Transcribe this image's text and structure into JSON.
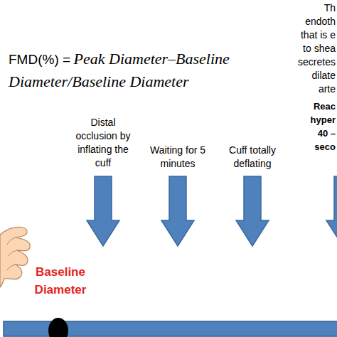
{
  "diagram": {
    "labels": [
      "FMD(%) =",
      "Peak Diameter–Baseline Diameter/Baseline Diameter",
      "Distal occlusion by inflating the cuff",
      "Waiting for 5 minutes",
      "Cuff totally deflating",
      "Baseline Diameter",
      "Th",
      "endoth",
      "that is e",
      "to shea",
      "secretes",
      "dilate",
      "arte",
      "Reac",
      "hyper",
      "40 –",
      "seco"
    ]
  }
}
